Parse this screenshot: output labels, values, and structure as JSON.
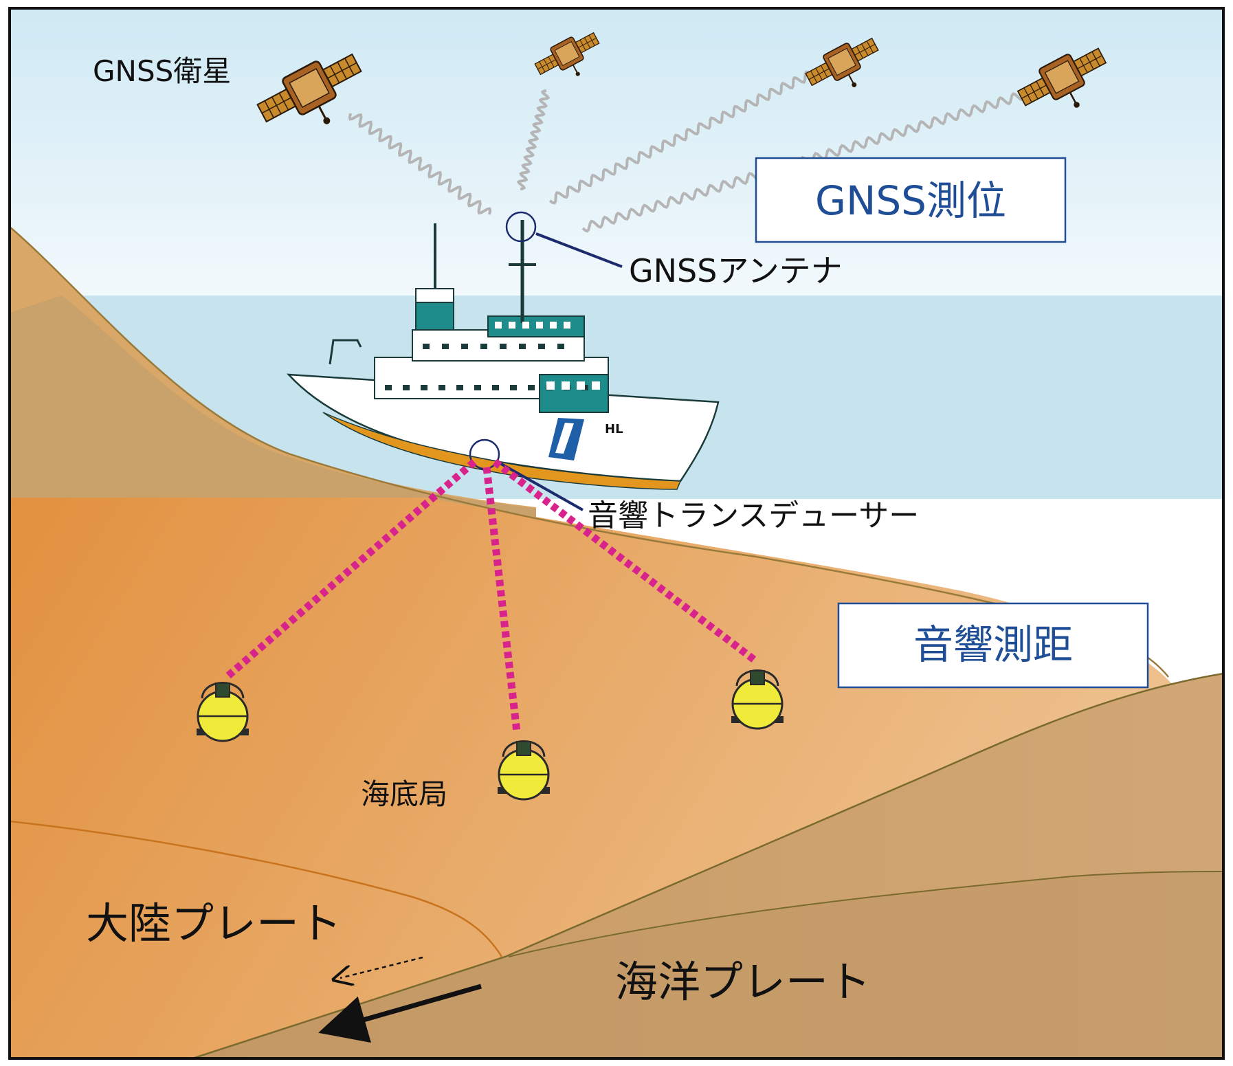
{
  "labels": {
    "satellites": "GNSS衛星",
    "gnss_positioning": "GNSS測位",
    "gnss_antenna": "GNSSアンテナ",
    "acoustic_transducer": "音響トランスデューサー",
    "acoustic_ranging": "音響測距",
    "seafloor_station": "海底局",
    "continental_plate": "大陸プレート",
    "oceanic_plate": "海洋プレート",
    "ship_mark": "HL"
  },
  "colors": {
    "sky_top": "#d8eef6",
    "sky_bottom": "#eef7fb",
    "sea": "#c6e3ee",
    "continental_plate": "#e6a765",
    "oceanic_plate": "#c49a66",
    "acoustic_path": "#d9238c",
    "signal_wave": "#b5b5b5",
    "label_box_text": "#1f4e96",
    "leader_line": "#1c2a6e",
    "station_float": "#f0ea3a",
    "ship_hull_stripe": "#e3961e",
    "ship_teal": "#1d8c8a"
  }
}
